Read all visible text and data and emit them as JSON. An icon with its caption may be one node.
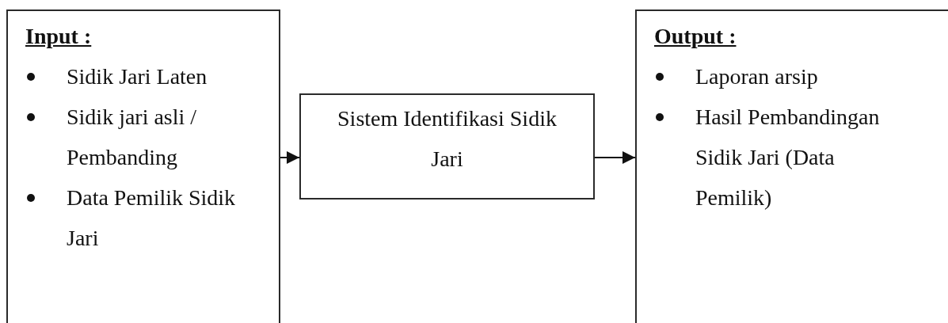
{
  "diagram": {
    "nodes": [
      {
        "text": [
          "Input :",
          "Sidik Jari Laten",
          "Sidik jari asli / Pembanding",
          "Data Pemilik Sidik Jari"
        ]
      },
      {
        "text": [
          "Sistem Identifikasi Sidik Jari"
        ]
      },
      {
        "text": [
          "Output :",
          "Laporan arsip",
          "Hasil Pembandingan Sidik Jari (Data Pemilik)"
        ]
      }
    ],
    "edges": [
      {
        "from": 0,
        "to": 1,
        "arrow": "to"
      },
      {
        "from": 1,
        "to": 2,
        "arrow": "to"
      }
    ]
  }
}
